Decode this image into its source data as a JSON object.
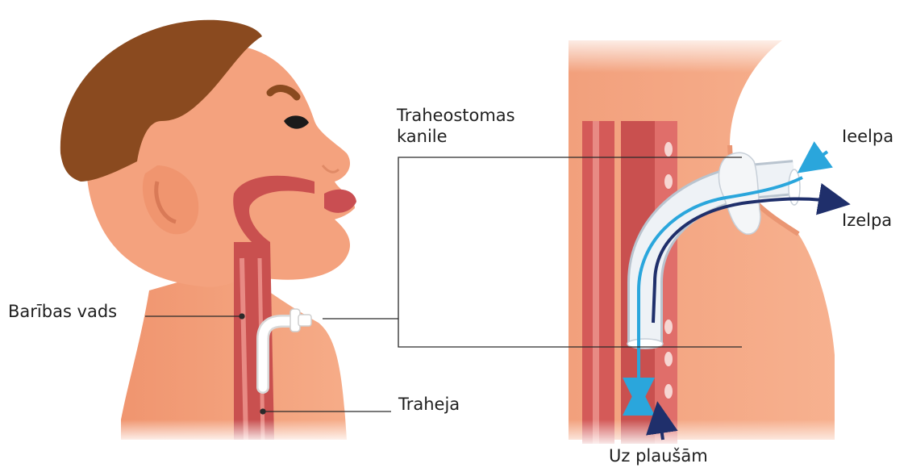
{
  "labels": {
    "tracheostomy_cannula": "Traheostomas kanile",
    "esophagus": "Barības vads",
    "trachea": "Traheja",
    "inhale": "Ieelpa",
    "exhale": "Izelpa",
    "to_lungs": "Uz plaušām"
  },
  "colors": {
    "skin": "#f4a27e",
    "skin_shadow": "#e98d6a",
    "hair": "#8a4a1f",
    "airway": "#c9504f",
    "airway_light": "#e88a84",
    "inhale_arrow": "#2aa6dc",
    "exhale_arrow": "#1f2f6b",
    "leader_line": "#2a2a2a"
  }
}
